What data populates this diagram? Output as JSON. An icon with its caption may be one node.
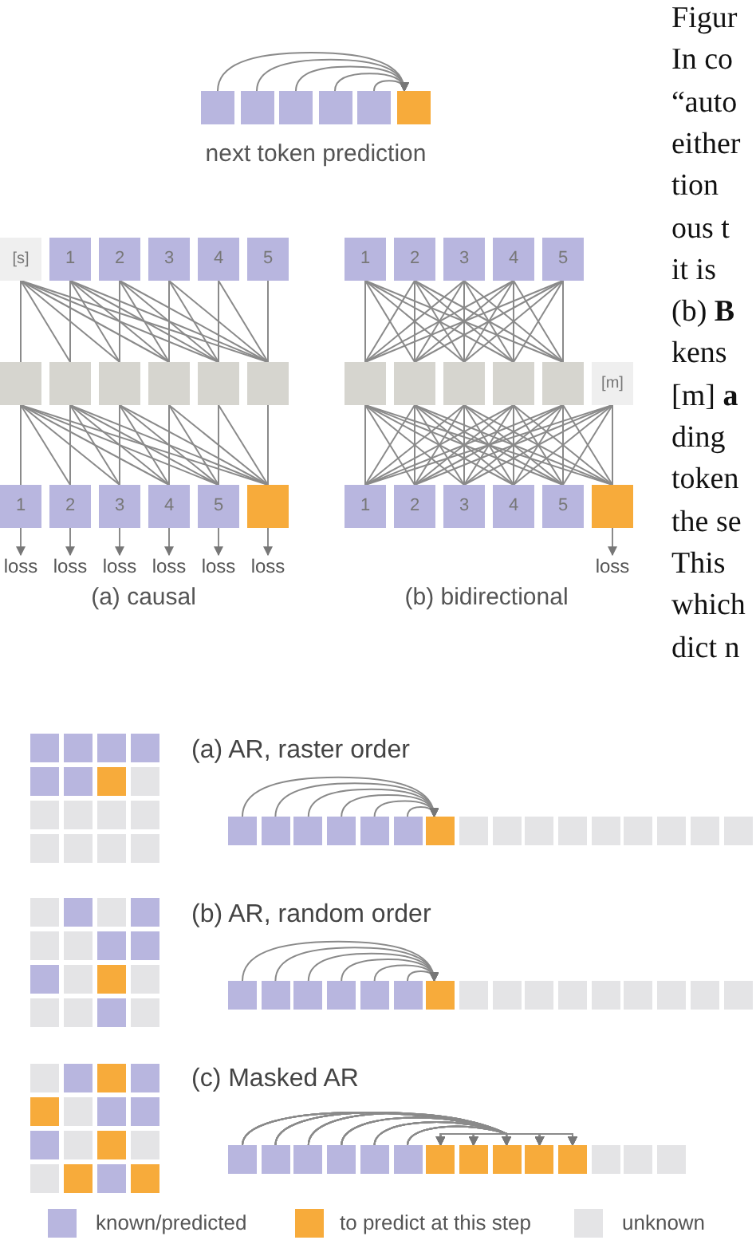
{
  "diagram": {
    "nodes": [
      {
        "text": [],
        "shape": "box"
      },
      {
        "text": [],
        "shape": "box"
      },
      {
        "text": [],
        "shape": "box"
      },
      {
        "text": [],
        "shape": "box"
      },
      {
        "text": [],
        "shape": "box"
      },
      {
        "text": [],
        "shape": "box"
      },
      {
        "text": [
          "[s]"
        ]
      },
      {
        "text": [
          "1"
        ]
      },
      {
        "text": [
          "2"
        ]
      },
      {
        "text": [
          "3"
        ]
      },
      {
        "text": [
          "4"
        ]
      },
      {
        "text": [
          "5"
        ]
      },
      {
        "text": [],
        "shape": "box"
      },
      {
        "text": [],
        "shape": "box"
      },
      {
        "text": [],
        "shape": "box"
      },
      {
        "text": [],
        "shape": "box"
      },
      {
        "text": [],
        "shape": "box"
      },
      {
        "text": [],
        "shape": "box"
      },
      {
        "text": [
          "1"
        ]
      },
      {
        "text": [
          "2"
        ]
      },
      {
        "text": [
          "3"
        ]
      },
      {
        "text": [
          "4"
        ]
      },
      {
        "text": [
          "5"
        ]
      },
      {
        "text": [],
        "shape": "box"
      },
      {
        "text": [
          "loss"
        ]
      },
      {
        "text": [
          "loss"
        ]
      },
      {
        "text": [
          "loss"
        ]
      },
      {
        "text": [
          "loss"
        ]
      },
      {
        "text": [
          "loss"
        ]
      },
      {
        "text": [
          "loss"
        ]
      },
      {
        "text": [
          "1"
        ]
      },
      {
        "text": [
          "2"
        ]
      },
      {
        "text": [
          "3"
        ]
      },
      {
        "text": [
          "4"
        ]
      },
      {
        "text": [
          "5"
        ]
      },
      {
        "text": [],
        "shape": "box"
      },
      {
        "text": [],
        "shape": "box"
      },
      {
        "text": [],
        "shape": "box"
      },
      {
        "text": [],
        "shape": "box"
      },
      {
        "text": [],
        "shape": "box"
      },
      {
        "text": [
          "[m]"
        ]
      },
      {
        "text": [
          "1"
        ]
      },
      {
        "text": [
          "2"
        ]
      },
      {
        "text": [
          "3"
        ]
      },
      {
        "text": [
          "4"
        ]
      },
      {
        "text": [
          "5"
        ]
      },
      {
        "text": [],
        "shape": "box"
      },
      {
        "text": [
          "loss"
        ]
      },
      {
        "text": [],
        "shape": "box"
      },
      {
        "text": [],
        "shape": "box"
      },
      {
        "text": [],
        "shape": "box"
      },
      {
        "text": [],
        "shape": "box"
      },
      {
        "text": [],
        "shape": "box"
      },
      {
        "text": [],
        "shape": "box"
      },
      {
        "text": [],
        "shape": "box"
      },
      {
        "text": [],
        "shape": "box"
      },
      {
        "text": [],
        "shape": "box"
      },
      {
        "text": [],
        "shape": "box"
      },
      {
        "text": [],
        "shape": "box"
      },
      {
        "text": [],
        "shape": "box"
      },
      {
        "text": [],
        "shape": "box"
      },
      {
        "text": [],
        "shape": "box"
      },
      {
        "text": [],
        "shape": "box"
      },
      {
        "text": [],
        "shape": "box"
      },
      {
        "text": [],
        "shape": "box"
      },
      {
        "text": [],
        "shape": "box"
      },
      {
        "text": [],
        "shape": "box"
      },
      {
        "text": [],
        "shape": "box"
      },
      {
        "text": [],
        "shape": "box"
      },
      {
        "text": [],
        "shape": "box"
      },
      {
        "text": [],
        "shape": "box"
      },
      {
        "text": [],
        "shape": "box"
      },
      {
        "text": [],
        "shape": "box"
      },
      {
        "text": [],
        "shape": "box"
      },
      {
        "text": [],
        "shape": "box"
      },
      {
        "text": [],
        "shape": "box"
      },
      {
        "text": [],
        "shape": "box"
      },
      {
        "text": [],
        "shape": "box"
      },
      {
        "text": [],
        "shape": "box"
      },
      {
        "text": [],
        "shape": "box"
      },
      {
        "text": [],
        "shape": "box"
      },
      {
        "text": [],
        "shape": "box"
      },
      {
        "text": [],
        "shape": "box"
      },
      {
        "text": [],
        "shape": "box"
      },
      {
        "text": [],
        "shape": "box"
      },
      {
        "text": [],
        "shape": "box"
      },
      {
        "text": [],
        "shape": "box"
      },
      {
        "text": [],
        "shape": "box"
      },
      {
        "text": [],
        "shape": "box"
      },
      {
        "text": [],
        "shape": "box"
      },
      {
        "text": [],
        "shape": "box"
      },
      {
        "text": [],
        "shape": "box"
      },
      {
        "text": [],
        "shape": "box"
      },
      {
        "text": [],
        "shape": "box"
      },
      {
        "text": [],
        "shape": "box"
      },
      {
        "text": [],
        "shape": "box"
      },
      {
        "text": [],
        "shape": "box"
      },
      {
        "text": [],
        "shape": "box"
      },
      {
        "text": [],
        "shape": "box"
      },
      {
        "text": [],
        "shape": "box"
      },
      {
        "text": [],
        "shape": "box"
      },
      {
        "text": [],
        "shape": "box"
      },
      {
        "text": [],
        "shape": "box"
      },
      {
        "text": [],
        "shape": "box"
      },
      {
        "text": [],
        "shape": "box"
      },
      {
        "text": [],
        "shape": "box"
      },
      {
        "text": [],
        "shape": "box"
      },
      {
        "text": [],
        "shape": "box"
      },
      {
        "text": [],
        "shape": "box"
      },
      {
        "text": [],
        "shape": "box"
      },
      {
        "text": [],
        "shape": "box"
      },
      {
        "text": [],
        "shape": "box"
      },
      {
        "text": [],
        "shape": "box"
      },
      {
        "text": [],
        "shape": "box"
      },
      {
        "text": [],
        "shape": "box"
      },
      {
        "text": [],
        "shape": "box"
      },
      {
        "text": [],
        "shape": "box"
      },
      {
        "text": [],
        "shape": "box"
      },
      {
        "text": [],
        "shape": "box"
      },
      {
        "text": [],
        "shape": "box"
      },
      {
        "text": [],
        "shape": "box"
      },
      {
        "text": [],
        "shape": "box"
      },
      {
        "text": [],
        "shape": "box"
      },
      {
        "text": [],
        "shape": "box"
      },
      {
        "text": [],
        "shape": "box"
      },
      {
        "text": [],
        "shape": "box"
      },
      {
        "text": [],
        "shape": "box"
      },
      {
        "text": [],
        "shape": "box"
      },
      {
        "text": [],
        "shape": "box"
      },
      {
        "text": [],
        "shape": "box"
      },
      {
        "text": [],
        "shape": "box"
      },
      {
        "text": [],
        "shape": "box"
      },
      {
        "text": [],
        "shape": "box"
      },
      {
        "text": [],
        "shape": "box"
      },
      {
        "text": [],
        "shape": "box"
      },
      {
        "text": [],
        "shape": "box"
      },
      {
        "text": [],
        "shape": "box"
      },
      {
        "text": [],
        "shape": "box"
      },
      {
        "text": [],
        "shape": "box"
      },
      {
        "text": [],
        "shape": "box"
      },
      {
        "text": [],
        "shape": "box"
      },
      {
        "text": [],
        "shape": "box"
      }
    ],
    "edges": [
      {
        "from": 0,
        "to": 5,
        "arrow": "to"
      },
      {
        "from": 1,
        "to": 5,
        "arrow": "to"
      },
      {
        "from": 2,
        "to": 5,
        "arrow": "to"
      },
      {
        "from": 3,
        "to": 5,
        "arrow": "to"
      },
      {
        "from": 4,
        "to": 5,
        "arrow": "to"
      },
      {
        "from": 6,
        "to": 12,
        "arrow": "none"
      },
      {
        "from": 6,
        "to": 13,
        "arrow": "none"
      },
      {
        "from": 6,
        "to": 14,
        "arrow": "none"
      },
      {
        "from": 6,
        "to": 15,
        "arrow": "none"
      },
      {
        "from": 6,
        "to": 16,
        "arrow": "none"
      },
      {
        "from": 6,
        "to": 17,
        "arrow": "none"
      },
      {
        "from": 7,
        "to": 13,
        "arrow": "none"
      },
      {
        "from": 7,
        "to": 14,
        "arrow": "none"
      },
      {
        "from": 7,
        "to": 15,
        "arrow": "none"
      },
      {
        "from": 7,
        "to": 16,
        "arrow": "none"
      },
      {
        "from": 7,
        "to": 17,
        "arrow": "none"
      },
      {
        "from": 8,
        "to": 14,
        "arrow": "none"
      },
      {
        "from": 8,
        "to": 15,
        "arrow": "none"
      },
      {
        "from": 8,
        "to": 16,
        "arrow": "none"
      },
      {
        "from": 8,
        "to": 17,
        "arrow": "none"
      },
      {
        "from": 9,
        "to": 15,
        "arrow": "none"
      },
      {
        "from": 9,
        "to": 16,
        "arrow": "none"
      },
      {
        "from": 9,
        "to": 17,
        "arrow": "none"
      },
      {
        "from": 10,
        "to": 16,
        "arrow": "none"
      },
      {
        "from": 10,
        "to": 17,
        "arrow": "none"
      },
      {
        "from": 11,
        "to": 17,
        "arrow": "none"
      },
      {
        "from": 12,
        "to": 18,
        "arrow": "none"
      },
      {
        "from": 12,
        "to": 19,
        "arrow": "none"
      },
      {
        "from": 12,
        "to": 20,
        "arrow": "none"
      },
      {
        "from": 12,
        "to": 21,
        "arrow": "none"
      },
      {
        "from": 12,
        "to": 22,
        "arrow": "none"
      },
      {
        "from": 12,
        "to": 23,
        "arrow": "none"
      },
      {
        "from": 13,
        "to": 19,
        "arrow": "none"
      },
      {
        "from": 13,
        "to": 20,
        "arrow": "none"
      },
      {
        "from": 13,
        "to": 21,
        "arrow": "none"
      },
      {
        "from": 13,
        "to": 22,
        "arrow": "none"
      },
      {
        "from": 13,
        "to": 23,
        "arrow": "none"
      },
      {
        "from": 14,
        "to": 20,
        "arrow": "none"
      },
      {
        "from": 14,
        "to": 21,
        "arrow": "none"
      },
      {
        "from": 14,
        "to": 22,
        "arrow": "none"
      },
      {
        "from": 14,
        "to": 23,
        "arrow": "none"
      },
      {
        "from": 15,
        "to": 21,
        "arrow": "none"
      },
      {
        "from": 15,
        "to": 22,
        "arrow": "none"
      },
      {
        "from": 15,
        "to": 23,
        "arrow": "none"
      },
      {
        "from": 16,
        "to": 22,
        "arrow": "none"
      },
      {
        "from": 16,
        "to": 23,
        "arrow": "none"
      },
      {
        "from": 17,
        "to": 23,
        "arrow": "none"
      },
      {
        "from": 18,
        "to": 24,
        "arrow": "to"
      },
      {
        "from": 19,
        "to": 25,
        "arrow": "to"
      },
      {
        "from": 20,
        "to": 26,
        "arrow": "to"
      },
      {
        "from": 21,
        "to": 27,
        "arrow": "to"
      },
      {
        "from": 22,
        "to": 28,
        "arrow": "to"
      },
      {
        "from": 23,
        "to": 29,
        "arrow": "to"
      },
      {
        "from": 30,
        "to": 35,
        "arrow": "none"
      },
      {
        "from": 30,
        "to": 36,
        "arrow": "none"
      },
      {
        "from": 30,
        "to": 37,
        "arrow": "none"
      },
      {
        "from": 30,
        "to": 38,
        "arrow": "none"
      },
      {
        "from": 30,
        "to": 39,
        "arrow": "none"
      },
      {
        "from": 31,
        "to": 35,
        "arrow": "none"
      },
      {
        "from": 31,
        "to": 36,
        "arrow": "none"
      },
      {
        "from": 31,
        "to": 37,
        "arrow": "none"
      },
      {
        "from": 31,
        "to": 38,
        "arrow": "none"
      },
      {
        "from": 31,
        "to": 39,
        "arrow": "none"
      },
      {
        "from": 32,
        "to": 35,
        "arrow": "none"
      },
      {
        "from": 32,
        "to": 36,
        "arrow": "none"
      },
      {
        "from": 32,
        "to": 37,
        "arrow": "none"
      },
      {
        "from": 32,
        "to": 38,
        "arrow": "none"
      },
      {
        "from": 32,
        "to": 39,
        "arrow": "none"
      },
      {
        "from": 33,
        "to": 35,
        "arrow": "none"
      },
      {
        "from": 33,
        "to": 36,
        "arrow": "none"
      },
      {
        "from": 33,
        "to": 37,
        "arrow": "none"
      },
      {
        "from": 33,
        "to": 38,
        "arrow": "none"
      },
      {
        "from": 33,
        "to": 39,
        "arrow": "none"
      },
      {
        "from": 34,
        "to": 35,
        "arrow": "none"
      },
      {
        "from": 34,
        "to": 36,
        "arrow": "none"
      },
      {
        "from": 34,
        "to": 37,
        "arrow": "none"
      },
      {
        "from": 34,
        "to": 38,
        "arrow": "none"
      },
      {
        "from": 34,
        "to": 39,
        "arrow": "none"
      },
      {
        "from": 35,
        "to": 41,
        "arrow": "none"
      },
      {
        "from": 35,
        "to": 42,
        "arrow": "none"
      },
      {
        "from": 35,
        "to": 43,
        "arrow": "none"
      },
      {
        "from": 35,
        "to": 44,
        "arrow": "none"
      },
      {
        "from": 35,
        "to": 45,
        "arrow": "none"
      },
      {
        "from": 35,
        "to": 46,
        "arrow": "none"
      },
      {
        "from": 36,
        "to": 41,
        "arrow": "none"
      },
      {
        "from": 36,
        "to": 42,
        "arrow": "none"
      },
      {
        "from": 36,
        "to": 43,
        "arrow": "none"
      },
      {
        "from": 36,
        "to": 44,
        "arrow": "none"
      },
      {
        "from": 36,
        "to": 45,
        "arrow": "none"
      },
      {
        "from": 36,
        "to": 46,
        "arrow": "none"
      },
      {
        "from": 37,
        "to": 41,
        "arrow": "none"
      },
      {
        "from": 37,
        "to": 42,
        "arrow": "none"
      },
      {
        "from": 37,
        "to": 43,
        "arrow": "none"
      },
      {
        "from": 37,
        "to": 44,
        "arrow": "none"
      },
      {
        "from": 37,
        "to": 45,
        "arrow": "none"
      },
      {
        "from": 37,
        "to": 46,
        "arrow": "none"
      },
      {
        "from": 38,
        "to": 41,
        "arrow": "none"
      },
      {
        "from": 38,
        "to": 42,
        "arrow": "none"
      },
      {
        "from": 38,
        "to": 43,
        "arrow": "none"
      },
      {
        "from": 38,
        "to": 44,
        "arrow": "none"
      },
      {
        "from": 38,
        "to": 45,
        "arrow": "none"
      },
      {
        "from": 38,
        "to": 46,
        "arrow": "none"
      },
      {
        "from": 39,
        "to": 41,
        "arrow": "none"
      },
      {
        "from": 39,
        "to": 42,
        "arrow": "none"
      },
      {
        "from": 39,
        "to": 43,
        "arrow": "none"
      },
      {
        "from": 39,
        "to": 44,
        "arrow": "none"
      },
      {
        "from": 39,
        "to": 45,
        "arrow": "none"
      },
      {
        "from": 39,
        "to": 46,
        "arrow": "none"
      },
      {
        "from": 40,
        "to": 41,
        "arrow": "none"
      },
      {
        "from": 40,
        "to": 42,
        "arrow": "none"
      },
      {
        "from": 40,
        "to": 43,
        "arrow": "none"
      },
      {
        "from": 40,
        "to": 44,
        "arrow": "none"
      },
      {
        "from": 40,
        "to": 45,
        "arrow": "none"
      },
      {
        "from": 40,
        "to": 46,
        "arrow": "none"
      },
      {
        "from": 46,
        "to": 47,
        "arrow": "to"
      },
      {
        "from": 64,
        "to": 70,
        "arrow": "to"
      },
      {
        "from": 65,
        "to": 70,
        "arrow": "to"
      },
      {
        "from": 66,
        "to": 70,
        "arrow": "to"
      },
      {
        "from": 67,
        "to": 70,
        "arrow": "to"
      },
      {
        "from": 68,
        "to": 70,
        "arrow": "to"
      },
      {
        "from": 69,
        "to": 70,
        "arrow": "to"
      },
      {
        "from": 96,
        "to": 102,
        "arrow": "to"
      },
      {
        "from": 97,
        "to": 102,
        "arrow": "to"
      },
      {
        "from": 98,
        "to": 102,
        "arrow": "to"
      },
      {
        "from": 99,
        "to": 102,
        "arrow": "to"
      },
      {
        "from": 100,
        "to": 102,
        "arrow": "to"
      },
      {
        "from": 101,
        "to": 102,
        "arrow": "to"
      },
      {
        "from": 128,
        "to": 134,
        "arrow": "to"
      },
      {
        "from": 128,
        "to": 135,
        "arrow": "to"
      },
      {
        "from": 128,
        "to": 136,
        "arrow": "to"
      },
      {
        "from": 128,
        "to": 137,
        "arrow": "to"
      },
      {
        "from": 128,
        "to": 138,
        "arrow": "to"
      },
      {
        "from": 129,
        "to": 134,
        "arrow": "to"
      },
      {
        "from": 129,
        "to": 135,
        "arrow": "to"
      },
      {
        "from": 129,
        "to": 136,
        "arrow": "to"
      },
      {
        "from": 129,
        "to": 137,
        "arrow": "to"
      },
      {
        "from": 129,
        "to": 138,
        "arrow": "to"
      },
      {
        "from": 130,
        "to": 134,
        "arrow": "to"
      },
      {
        "from": 130,
        "to": 135,
        "arrow": "to"
      },
      {
        "from": 130,
        "to": 136,
        "arrow": "to"
      },
      {
        "from": 130,
        "to": 137,
        "arrow": "to"
      },
      {
        "from": 130,
        "to": 138,
        "arrow": "to"
      },
      {
        "from": 131,
        "to": 134,
        "arrow": "to"
      },
      {
        "from": 131,
        "to": 135,
        "arrow": "to"
      },
      {
        "from": 131,
        "to": 136,
        "arrow": "to"
      },
      {
        "from": 131,
        "to": 137,
        "arrow": "to"
      },
      {
        "from": 131,
        "to": 138,
        "arrow": "to"
      },
      {
        "from": 132,
        "to": 134,
        "arrow": "to"
      },
      {
        "from": 132,
        "to": 135,
        "arrow": "to"
      },
      {
        "from": 132,
        "to": 136,
        "arrow": "to"
      },
      {
        "from": 132,
        "to": 137,
        "arrow": "to"
      },
      {
        "from": 132,
        "to": 138,
        "arrow": "to"
      },
      {
        "from": 133,
        "to": 134,
        "arrow": "to"
      },
      {
        "from": 133,
        "to": 135,
        "arrow": "to"
      },
      {
        "from": 133,
        "to": 136,
        "arrow": "to"
      },
      {
        "from": 133,
        "to": 137,
        "arrow": "to"
      },
      {
        "from": 133,
        "to": 138,
        "arrow": "to"
      }
    ],
    "labels": [
      "next token prediction",
      "(a) causal",
      "(b) bidirectional",
      "(a) AR, raster order",
      "(b) AR, random order",
      "(c) Masked AR",
      "Figur",
      "In co",
      "“auto",
      "either",
      "tion",
      "ous t",
      "it is",
      "(b) **B**",
      "kens",
      "[m] **a**",
      "ding",
      "token",
      "the se",
      "This",
      "which",
      "dict n"
    ],
    "legend": [
      {
        "text": "known/predicted",
        "color": "#b8b6df"
      },
      {
        "text": "to predict at this step",
        "color": "#f7ab3b"
      },
      {
        "text": "unknown",
        "color": "#e4e4e6"
      }
    ]
  }
}
